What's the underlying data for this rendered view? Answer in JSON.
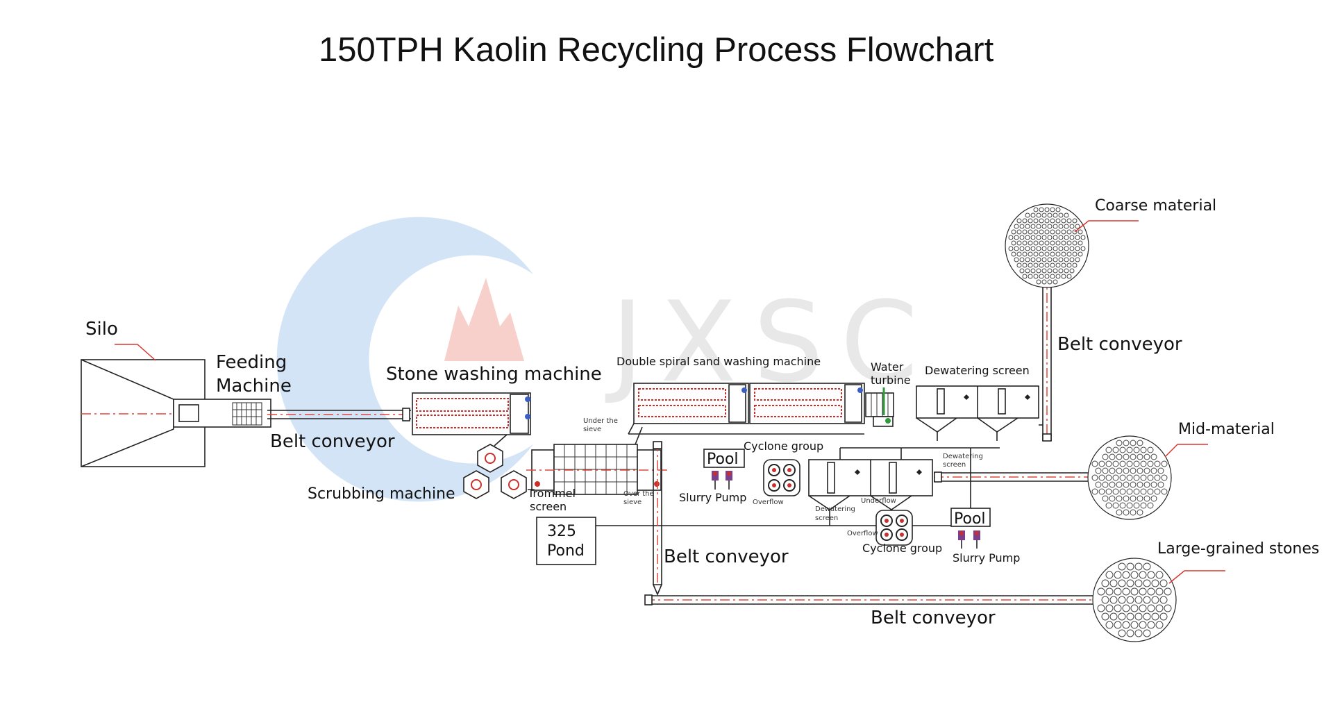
{
  "title": "150TPH Kaolin Recycling Process Flowchart",
  "watermark": "JXSC",
  "colors": {
    "leader": "#d9362f",
    "centerline": "#e0473c",
    "machine_red": "#c9302c",
    "pump_purple": "#7b3f8c",
    "logo_blue": "#4a90d9",
    "logo_red": "#e8695a"
  },
  "labels": {
    "silo": "Silo",
    "feeding_line1": "Feeding",
    "feeding_line2": "Machine",
    "belt_feed": "Belt conveyor",
    "stone_washing": "Stone washing machine",
    "scrubbing": "Scrubbing machine",
    "trommel_line1": "Trommel",
    "trommel_line2": "screen",
    "under_line1": "Under the",
    "under_line2": "sieve",
    "over_line1": "Over the",
    "over_line2": "sieve",
    "pond_line1": "325",
    "pond_line2": "Pond",
    "double_spiral": "Double spiral sand washing machine",
    "water_line1": "Water",
    "water_line2": "turbine",
    "dewatering_top": "Dewatering screen",
    "pool_a": "Pool",
    "slurry_pump_a": "Slurry Pump",
    "cyclone_a": "Cyclone group",
    "overflow_a": "Overflow",
    "dewatering_mid_line1": "Dewatering",
    "dewatering_mid_line2": "screen",
    "underflow": "Underflow",
    "dewatering_small_line1": "Dewatering",
    "dewatering_small_line2": "screen",
    "overflow_b": "Overflow",
    "cyclone_b": "Cyclone group",
    "pool_b": "Pool",
    "slurry_pump_b": "Slurry Pump",
    "belt_coarse": "Belt conveyor",
    "coarse": "Coarse material",
    "mid": "Mid-material",
    "large": "Large-grained stones",
    "belt_center": "Belt conveyor",
    "belt_bottom": "Belt conveyor"
  },
  "icons": [
    "silo-hopper",
    "feeder",
    "stone-washer",
    "scrubber",
    "trommel-screen",
    "spiral-washer",
    "water-turbine",
    "dewatering-screen",
    "cyclone-group",
    "slurry-pump",
    "material-pile",
    "belt-conveyor",
    "company-logo"
  ]
}
